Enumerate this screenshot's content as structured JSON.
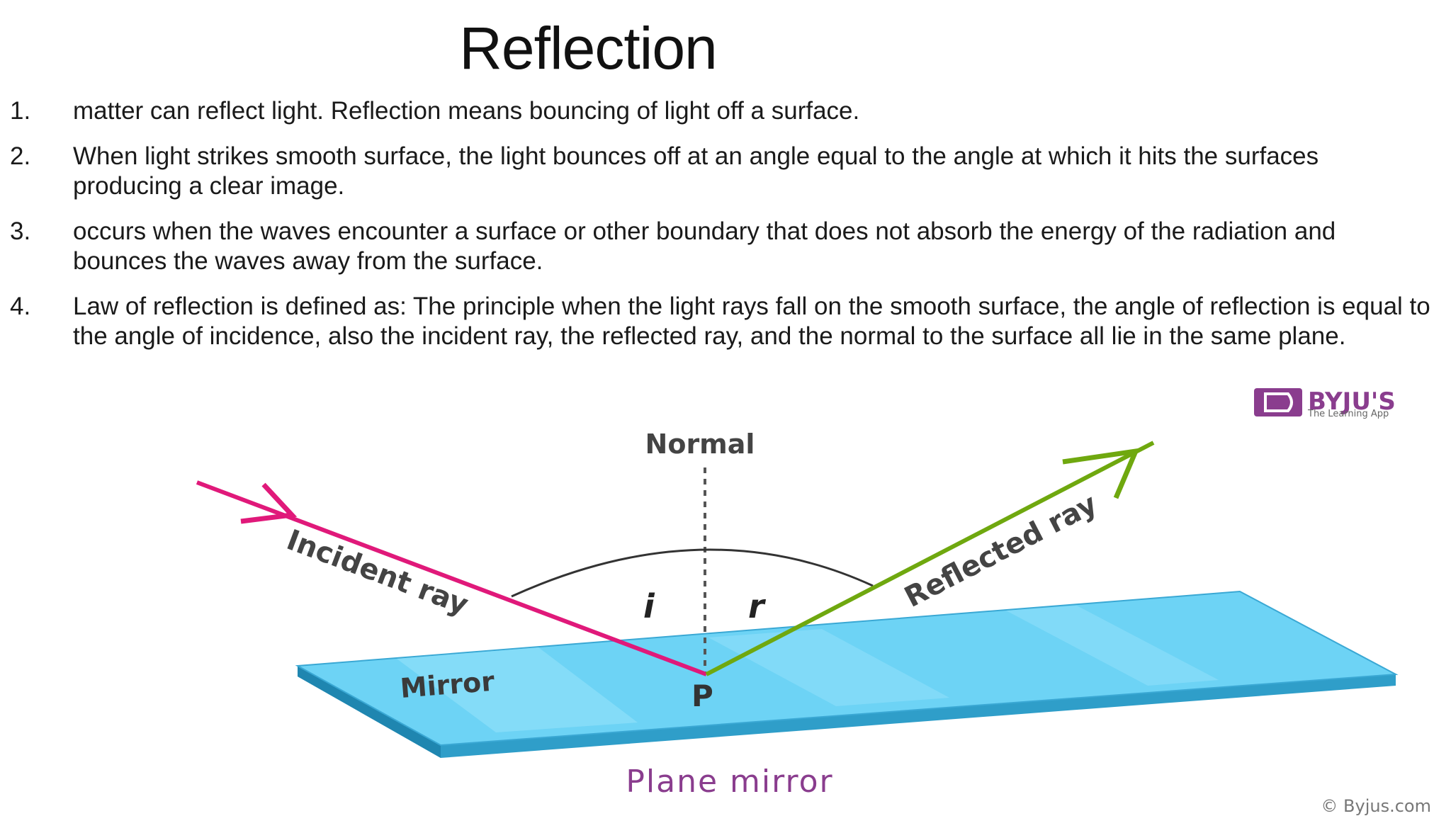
{
  "slide": {
    "title": "Reflection",
    "points": [
      {
        "num": "1.",
        "text": "matter can reflect light. Reflection means bouncing of light off a surface."
      },
      {
        "num": "2.",
        "text": "When light strikes smooth surface, the light bounces off at an angle equal to the angle at which it hits the surfaces producing a  clear image."
      },
      {
        "num": "3.",
        "text": "occurs when the waves encounter a surface or other boundary that does not absorb the energy of the radiation and bounces the waves away from the surface."
      },
      {
        "num": "4.",
        "text": "Law of reflection is defined as: The principle when the light rays fall on the smooth surface, the angle of reflection is equal to the angle of incidence, also the incident ray, the reflected ray, and the normal to the surface all lie in the same plane."
      }
    ]
  },
  "diagram": {
    "normal_label": "Normal",
    "incident_label": "Incident ray",
    "reflected_label": "Reflected ray",
    "angle_i": "i",
    "angle_r": "r",
    "mirror_label": "Mirror",
    "point_label": "P",
    "caption": "Plane mirror",
    "brand_name": "BYJU'S",
    "brand_tagline": "The Learning App",
    "copyright": "© Byjus.com",
    "colors": {
      "incident": "#e0197a",
      "reflected": "#6fa80f",
      "mirror_top": "#6dd3f5",
      "mirror_edge": "#2f9ec9",
      "caption": "#8a3d8e",
      "brand": "#8a3d8e"
    }
  }
}
